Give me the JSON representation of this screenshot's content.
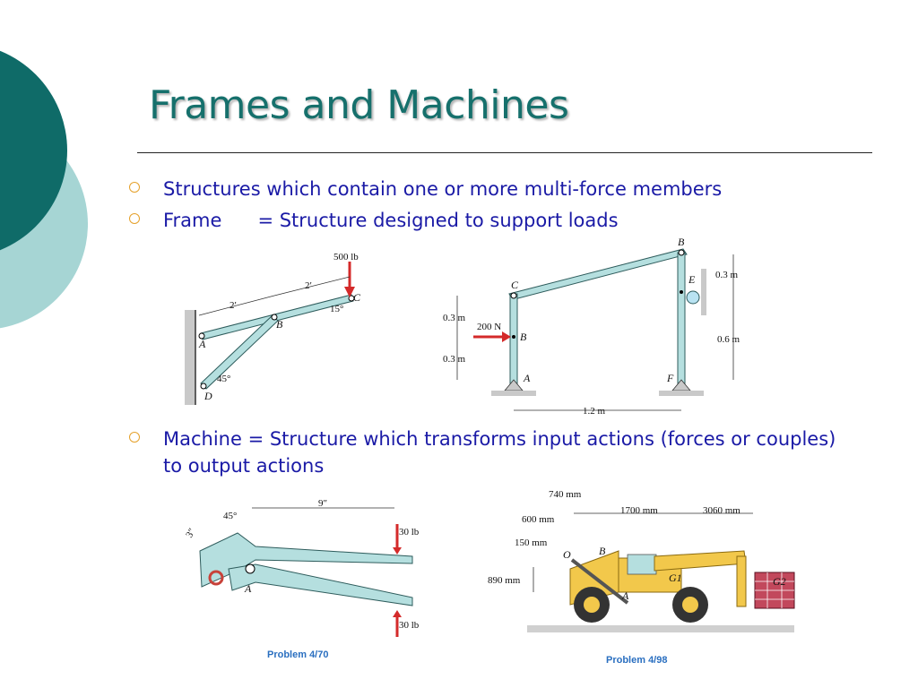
{
  "slide": {
    "title": "Frames and Machines",
    "bullets": [
      {
        "text": "Structures which contain one or more multi-force members"
      },
      {
        "term": "Frame",
        "definition": "= Structure designed to support loads"
      },
      {
        "line1": "Machine = Structure which transforms input actions (forces or couples)",
        "line2": "to output actions"
      }
    ]
  },
  "figures": {
    "bracket": {
      "load": "500 lb",
      "labels": {
        "a": "A",
        "b": "B",
        "c": "C",
        "d": "D"
      },
      "dim_ab": "2′",
      "dim_bc": "2′",
      "angle_top": "15°",
      "angle_bottom": "45°"
    },
    "portal_frame": {
      "labels": {
        "a": "A",
        "b": "B",
        "c": "C",
        "e": "E",
        "f": "F",
        "top": "B"
      },
      "force": "200 N",
      "dim_upper": "0.3 m",
      "dim_lower": "0.3 m",
      "dim_right_top": "0.3 m",
      "dim_right_bottom": "0.6 m",
      "span": "1.2 m"
    },
    "pliers": {
      "dim_jaw": "3″",
      "angle": "45°",
      "length": "9″",
      "force_top": "30 lb",
      "force_bottom": "30 lb",
      "label_a": "A",
      "caption": "Problem 4/70"
    },
    "forklift": {
      "d740": "740 mm",
      "d600": "600 mm",
      "d1700": "1700 mm",
      "d3060": "3060 mm",
      "d150": "150 mm",
      "d890": "890 mm",
      "labels": {
        "o": "O",
        "b": "B",
        "a": "A",
        "g1": "G1",
        "g2": "G2"
      },
      "caption": "Problem 4/98"
    }
  },
  "colors": {
    "title": "#16706c",
    "bullet_text": "#1a1aa6",
    "bullet_marker": "#e5a12b",
    "circle_dark": "#0f6b68",
    "circle_light": "#a6d5d4",
    "member_fill": "#b5dfdf",
    "vehicle": "#f2c84b",
    "caption": "#2a6fc0"
  }
}
